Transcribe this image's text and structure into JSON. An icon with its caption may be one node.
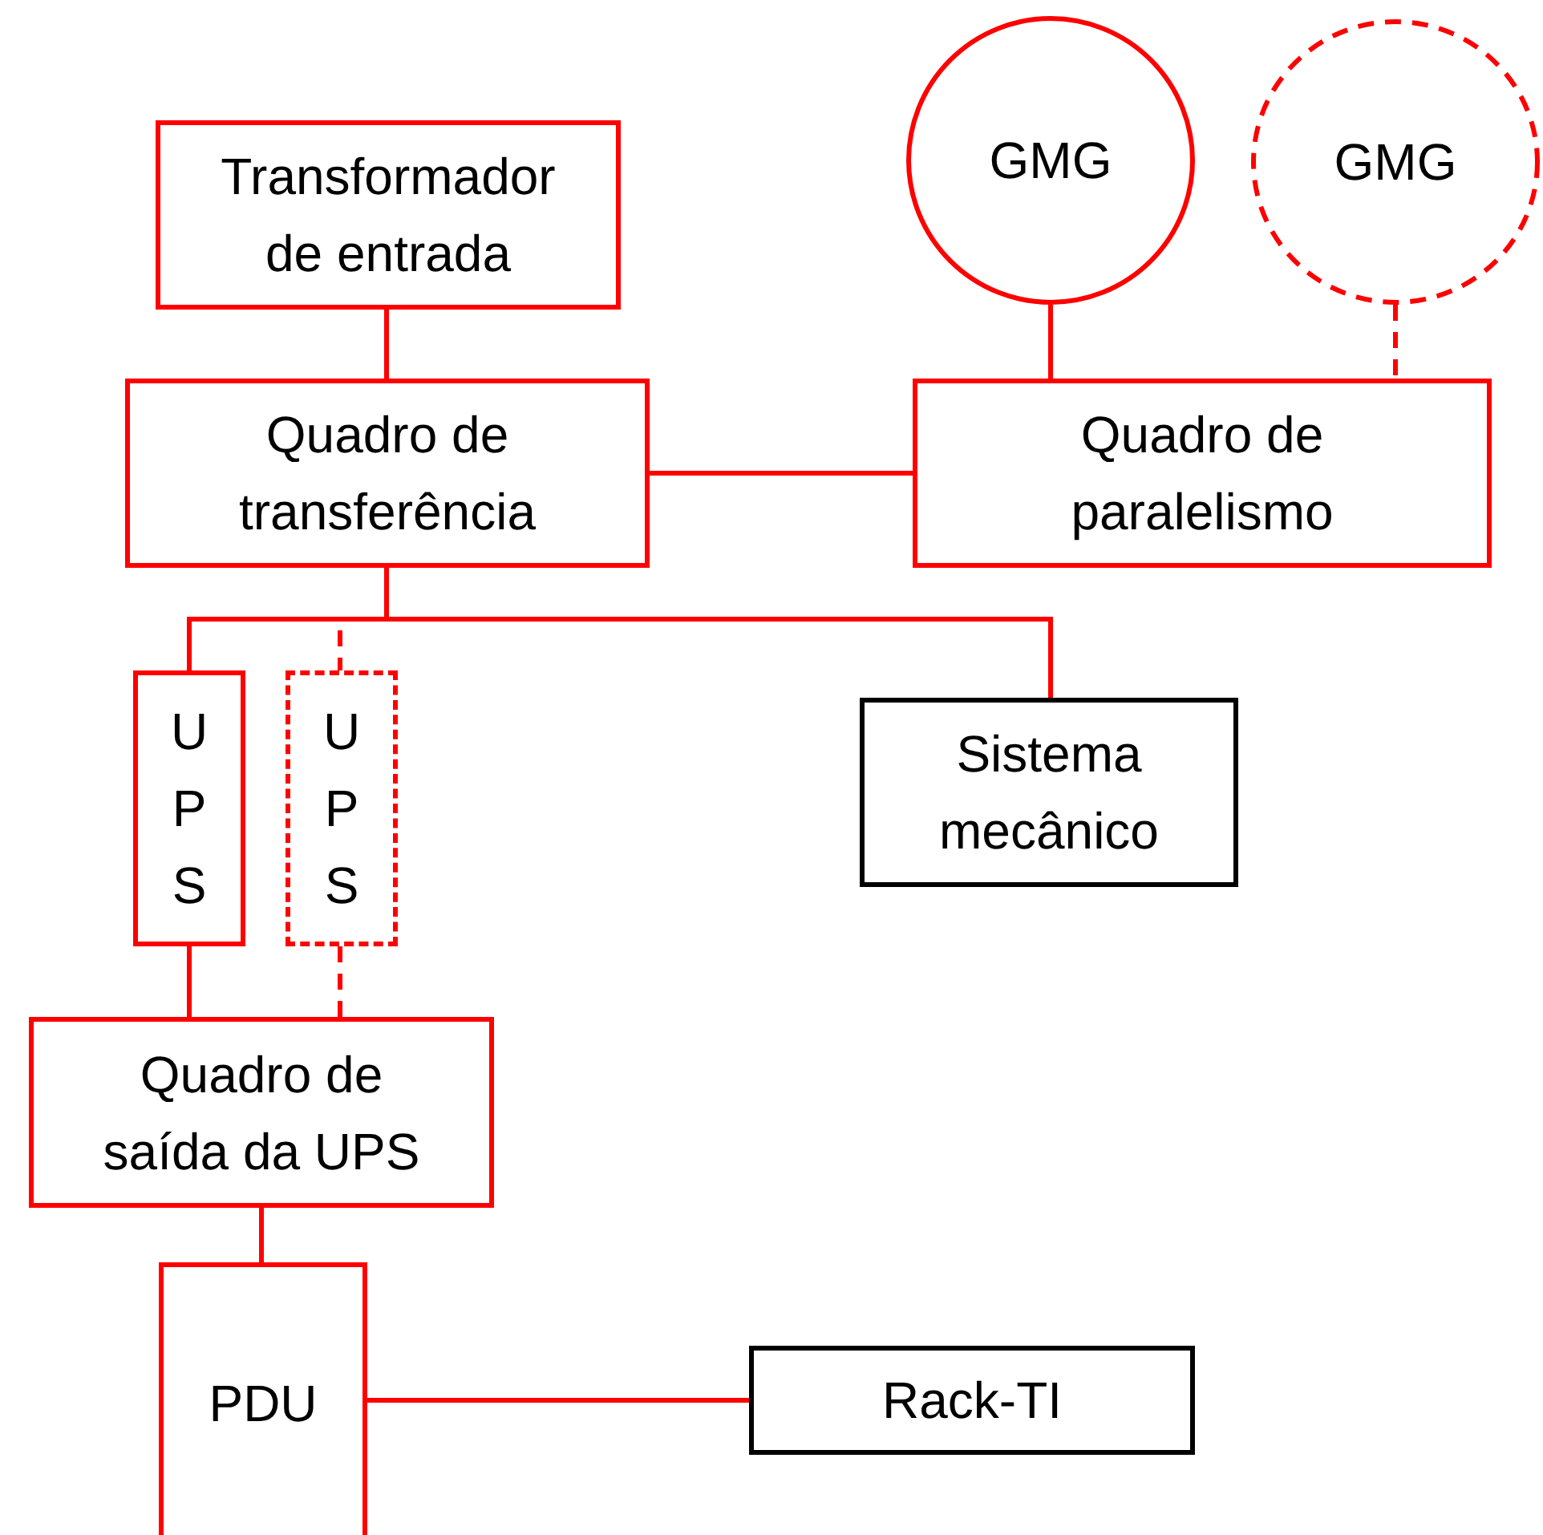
{
  "diagram": {
    "nodes": [
      {
        "text": [
          "Transformador de entrada"
        ]
      },
      {
        "text": [
          "Quadro de transferência"
        ]
      },
      {
        "text": [
          "GMG"
        ]
      },
      {
        "text": [
          "GMG"
        ]
      },
      {
        "text": [
          "Quadro de paralelismo"
        ]
      },
      {
        "text": [
          "UPS"
        ]
      },
      {
        "text": [
          "UPS"
        ]
      },
      {
        "text": [
          "Sistema mecânico"
        ]
      },
      {
        "text": [
          "Quadro de saída da UPS"
        ]
      },
      {
        "text": [
          "PDU"
        ]
      },
      {
        "text": [
          "Rack-TI"
        ]
      }
    ],
    "edges": [
      {
        "from": 0,
        "to": 1,
        "arrow": "none"
      },
      {
        "from": 2,
        "to": 4,
        "arrow": "none"
      },
      {
        "from": 3,
        "to": 4,
        "arrow": "none",
        "style": "dashed"
      },
      {
        "from": 1,
        "to": 4,
        "arrow": "none"
      },
      {
        "from": 1,
        "to": 5,
        "arrow": "none"
      },
      {
        "from": 1,
        "to": 6,
        "arrow": "none",
        "style": "dashed"
      },
      {
        "from": 1,
        "to": 7,
        "arrow": "none"
      },
      {
        "from": 5,
        "to": 8,
        "arrow": "none"
      },
      {
        "from": 6,
        "to": 8,
        "arrow": "none",
        "style": "dashed"
      },
      {
        "from": 8,
        "to": 9,
        "arrow": "none"
      },
      {
        "from": 9,
        "to": 10,
        "arrow": "none"
      }
    ]
  }
}
